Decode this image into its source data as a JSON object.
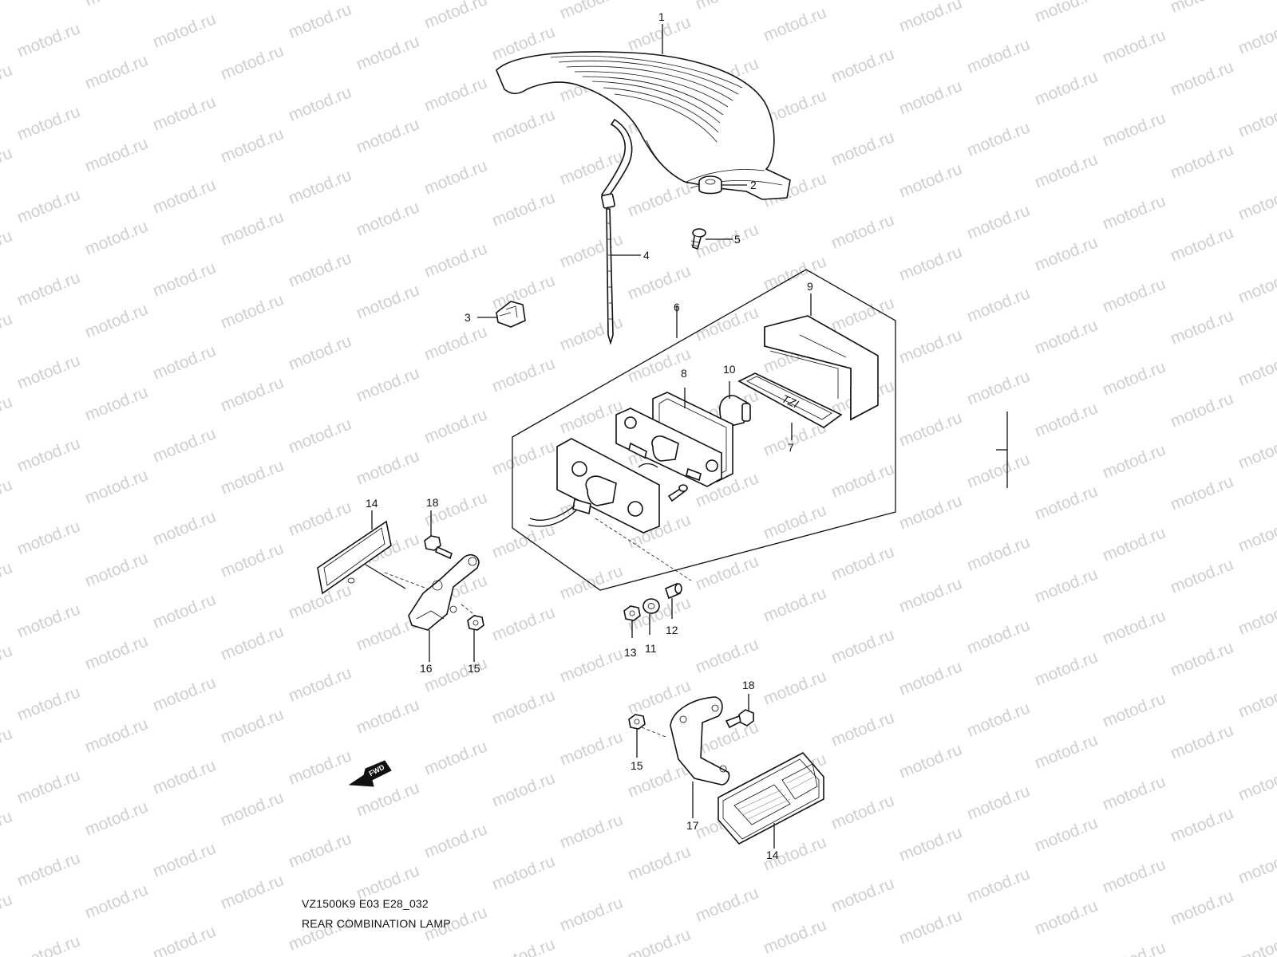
{
  "watermark": {
    "text": "motod.ru",
    "color": "#cfcfcf"
  },
  "diagram": {
    "model_code": "VZ1500K9 E03 E28_032",
    "title": "REAR COMBINATION LAMP",
    "fwd_label": "FWD"
  },
  "callouts": [
    "1",
    "2",
    "3",
    "4",
    "5",
    "6",
    "7",
    "8",
    "9",
    "10",
    "11",
    "12",
    "13",
    "14",
    "15",
    "16",
    "17",
    "18",
    "14",
    "15",
    "18"
  ]
}
